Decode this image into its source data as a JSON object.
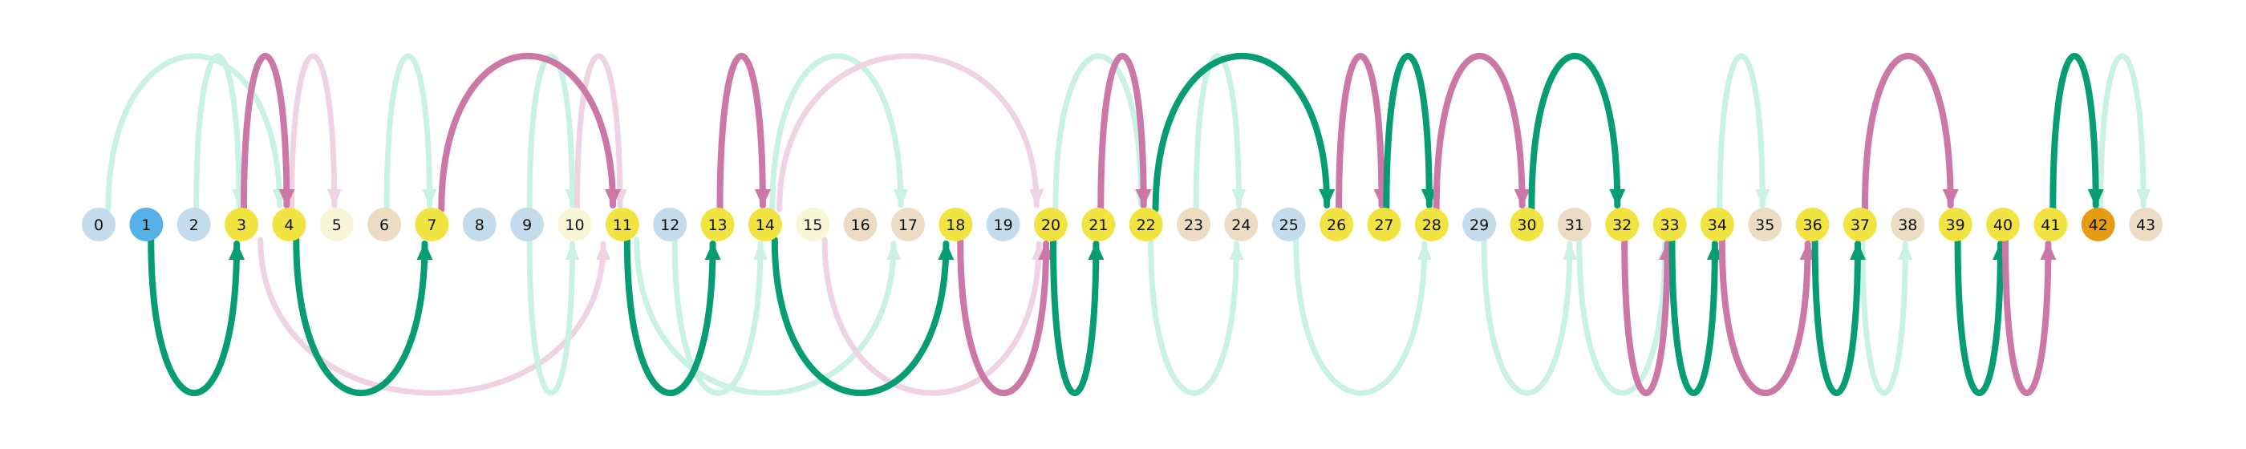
{
  "colors": {
    "dark_green": "#069d72",
    "light_green": "#c9f1e4",
    "dark_pink": "#cc78a7",
    "light_pink": "#efd3e2"
  },
  "nodes": [
    {
      "label": "0",
      "color": "#c4dbeb"
    },
    {
      "label": "1",
      "color": "#56b1e7"
    },
    {
      "label": "2",
      "color": "#c4dbeb"
    },
    {
      "label": "3",
      "color": "#f1e340"
    },
    {
      "label": "4",
      "color": "#f1e340"
    },
    {
      "label": "5",
      "color": "#f8f6d6"
    },
    {
      "label": "6",
      "color": "#ecdcc4"
    },
    {
      "label": "7",
      "color": "#f1e340"
    },
    {
      "label": "8",
      "color": "#c4dbeb"
    },
    {
      "label": "9",
      "color": "#c4dbeb"
    },
    {
      "label": "10",
      "color": "#f8f6d6"
    },
    {
      "label": "11",
      "color": "#f1e340"
    },
    {
      "label": "12",
      "color": "#c4dbeb"
    },
    {
      "label": "13",
      "color": "#f1e340"
    },
    {
      "label": "14",
      "color": "#f1e340"
    },
    {
      "label": "15",
      "color": "#f8f6d6"
    },
    {
      "label": "16",
      "color": "#ecdcc4"
    },
    {
      "label": "17",
      "color": "#ecdcc4"
    },
    {
      "label": "18",
      "color": "#f1e340"
    },
    {
      "label": "19",
      "color": "#c4dbeb"
    },
    {
      "label": "20",
      "color": "#f1e340"
    },
    {
      "label": "21",
      "color": "#f1e340"
    },
    {
      "label": "22",
      "color": "#f1e340"
    },
    {
      "label": "23",
      "color": "#ecdcc4"
    },
    {
      "label": "24",
      "color": "#ecdcc4"
    },
    {
      "label": "25",
      "color": "#c4dbeb"
    },
    {
      "label": "26",
      "color": "#f1e340"
    },
    {
      "label": "27",
      "color": "#f1e340"
    },
    {
      "label": "28",
      "color": "#f1e340"
    },
    {
      "label": "29",
      "color": "#c4dbeb"
    },
    {
      "label": "30",
      "color": "#f1e340"
    },
    {
      "label": "31",
      "color": "#ecdcc4"
    },
    {
      "label": "32",
      "color": "#f1e340"
    },
    {
      "label": "33",
      "color": "#f1e340"
    },
    {
      "label": "34",
      "color": "#f1e340"
    },
    {
      "label": "35",
      "color": "#ecdcc4"
    },
    {
      "label": "36",
      "color": "#f1e340"
    },
    {
      "label": "37",
      "color": "#f1e340"
    },
    {
      "label": "38",
      "color": "#ecdcc4"
    },
    {
      "label": "39",
      "color": "#f1e340"
    },
    {
      "label": "40",
      "color": "#f1e340"
    },
    {
      "label": "41",
      "color": "#f1e340"
    },
    {
      "label": "42",
      "color": "#e69c12"
    },
    {
      "label": "43",
      "color": "#ecdcc4"
    }
  ],
  "edges": [
    {
      "from": 0,
      "to": 4,
      "side": "top",
      "style": "light_green"
    },
    {
      "from": 2,
      "to": 3,
      "side": "top",
      "style": "light_green"
    },
    {
      "from": 3,
      "to": 4,
      "side": "top",
      "style": "dark_pink"
    },
    {
      "from": 4,
      "to": 5,
      "side": "top",
      "style": "light_pink"
    },
    {
      "from": 6,
      "to": 7,
      "side": "top",
      "style": "light_green"
    },
    {
      "from": 7,
      "to": 11,
      "side": "top",
      "style": "dark_pink"
    },
    {
      "from": 9,
      "to": 10,
      "side": "top",
      "style": "light_green"
    },
    {
      "from": 10,
      "to": 11,
      "side": "top",
      "style": "light_pink"
    },
    {
      "from": 13,
      "to": 14,
      "side": "top",
      "style": "dark_pink"
    },
    {
      "from": 14,
      "to": 17,
      "side": "top",
      "style": "light_green"
    },
    {
      "from": 14,
      "to": 20,
      "side": "top",
      "style": "light_pink"
    },
    {
      "from": 20,
      "to": 22,
      "side": "top",
      "style": "light_green"
    },
    {
      "from": 21,
      "to": 22,
      "side": "top",
      "style": "dark_pink"
    },
    {
      "from": 22,
      "to": 26,
      "side": "top",
      "style": "dark_green"
    },
    {
      "from": 23,
      "to": 24,
      "side": "top",
      "style": "light_green"
    },
    {
      "from": 26,
      "to": 27,
      "side": "top",
      "style": "dark_pink"
    },
    {
      "from": 27,
      "to": 28,
      "side": "top",
      "style": "dark_green"
    },
    {
      "from": 28,
      "to": 30,
      "side": "top",
      "style": "dark_pink"
    },
    {
      "from": 30,
      "to": 32,
      "side": "top",
      "style": "dark_green"
    },
    {
      "from": 34,
      "to": 35,
      "side": "top",
      "style": "light_green"
    },
    {
      "from": 37,
      "to": 39,
      "side": "top",
      "style": "dark_pink"
    },
    {
      "from": 41,
      "to": 42,
      "side": "top",
      "style": "dark_green"
    },
    {
      "from": 42,
      "to": 43,
      "side": "top",
      "style": "light_green"
    },
    {
      "from": 1,
      "to": 3,
      "side": "bottom",
      "style": "dark_green"
    },
    {
      "from": 3,
      "to": 11,
      "side": "bottom",
      "style": "light_pink"
    },
    {
      "from": 4,
      "to": 7,
      "side": "bottom",
      "style": "dark_green"
    },
    {
      "from": 9,
      "to": 10,
      "side": "bottom",
      "style": "light_green"
    },
    {
      "from": 11,
      "to": 13,
      "side": "bottom",
      "style": "dark_green"
    },
    {
      "from": 11,
      "to": 17,
      "side": "bottom",
      "style": "light_green"
    },
    {
      "from": 12,
      "to": 14,
      "side": "bottom",
      "style": "light_green"
    },
    {
      "from": 14,
      "to": 18,
      "side": "bottom",
      "style": "dark_green"
    },
    {
      "from": 15,
      "to": 20,
      "side": "bottom",
      "style": "light_pink"
    },
    {
      "from": 18,
      "to": 20,
      "side": "bottom",
      "style": "dark_pink"
    },
    {
      "from": 20,
      "to": 21,
      "side": "bottom",
      "style": "dark_green"
    },
    {
      "from": 22,
      "to": 24,
      "side": "bottom",
      "style": "light_green"
    },
    {
      "from": 25,
      "to": 28,
      "side": "bottom",
      "style": "light_green"
    },
    {
      "from": 29,
      "to": 31,
      "side": "bottom",
      "style": "light_green"
    },
    {
      "from": 31,
      "to": 33,
      "side": "bottom",
      "style": "light_green"
    },
    {
      "from": 32,
      "to": 33,
      "side": "bottom",
      "style": "dark_pink"
    },
    {
      "from": 33,
      "to": 34,
      "side": "bottom",
      "style": "dark_green"
    },
    {
      "from": 34,
      "to": 36,
      "side": "bottom",
      "style": "dark_pink"
    },
    {
      "from": 36,
      "to": 37,
      "side": "bottom",
      "style": "dark_green"
    },
    {
      "from": 37,
      "to": 38,
      "side": "bottom",
      "style": "light_green"
    },
    {
      "from": 39,
      "to": 40,
      "side": "bottom",
      "style": "dark_green"
    },
    {
      "from": 40,
      "to": 41,
      "side": "bottom",
      "style": "dark_pink"
    }
  ]
}
